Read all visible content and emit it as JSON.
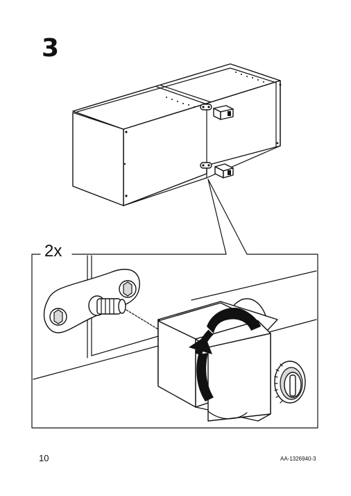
{
  "page": {
    "step_number": "3",
    "quantity_label": "2x",
    "page_number": "10",
    "document_code": "AA-1326940-3"
  },
  "illustration": {
    "overview": "cabinet-with-hinge-plates-icon",
    "detail": "hinge-plate-and-tool-icon",
    "rotation_arrow": "rotate-clockwise-arrow-icon"
  }
}
